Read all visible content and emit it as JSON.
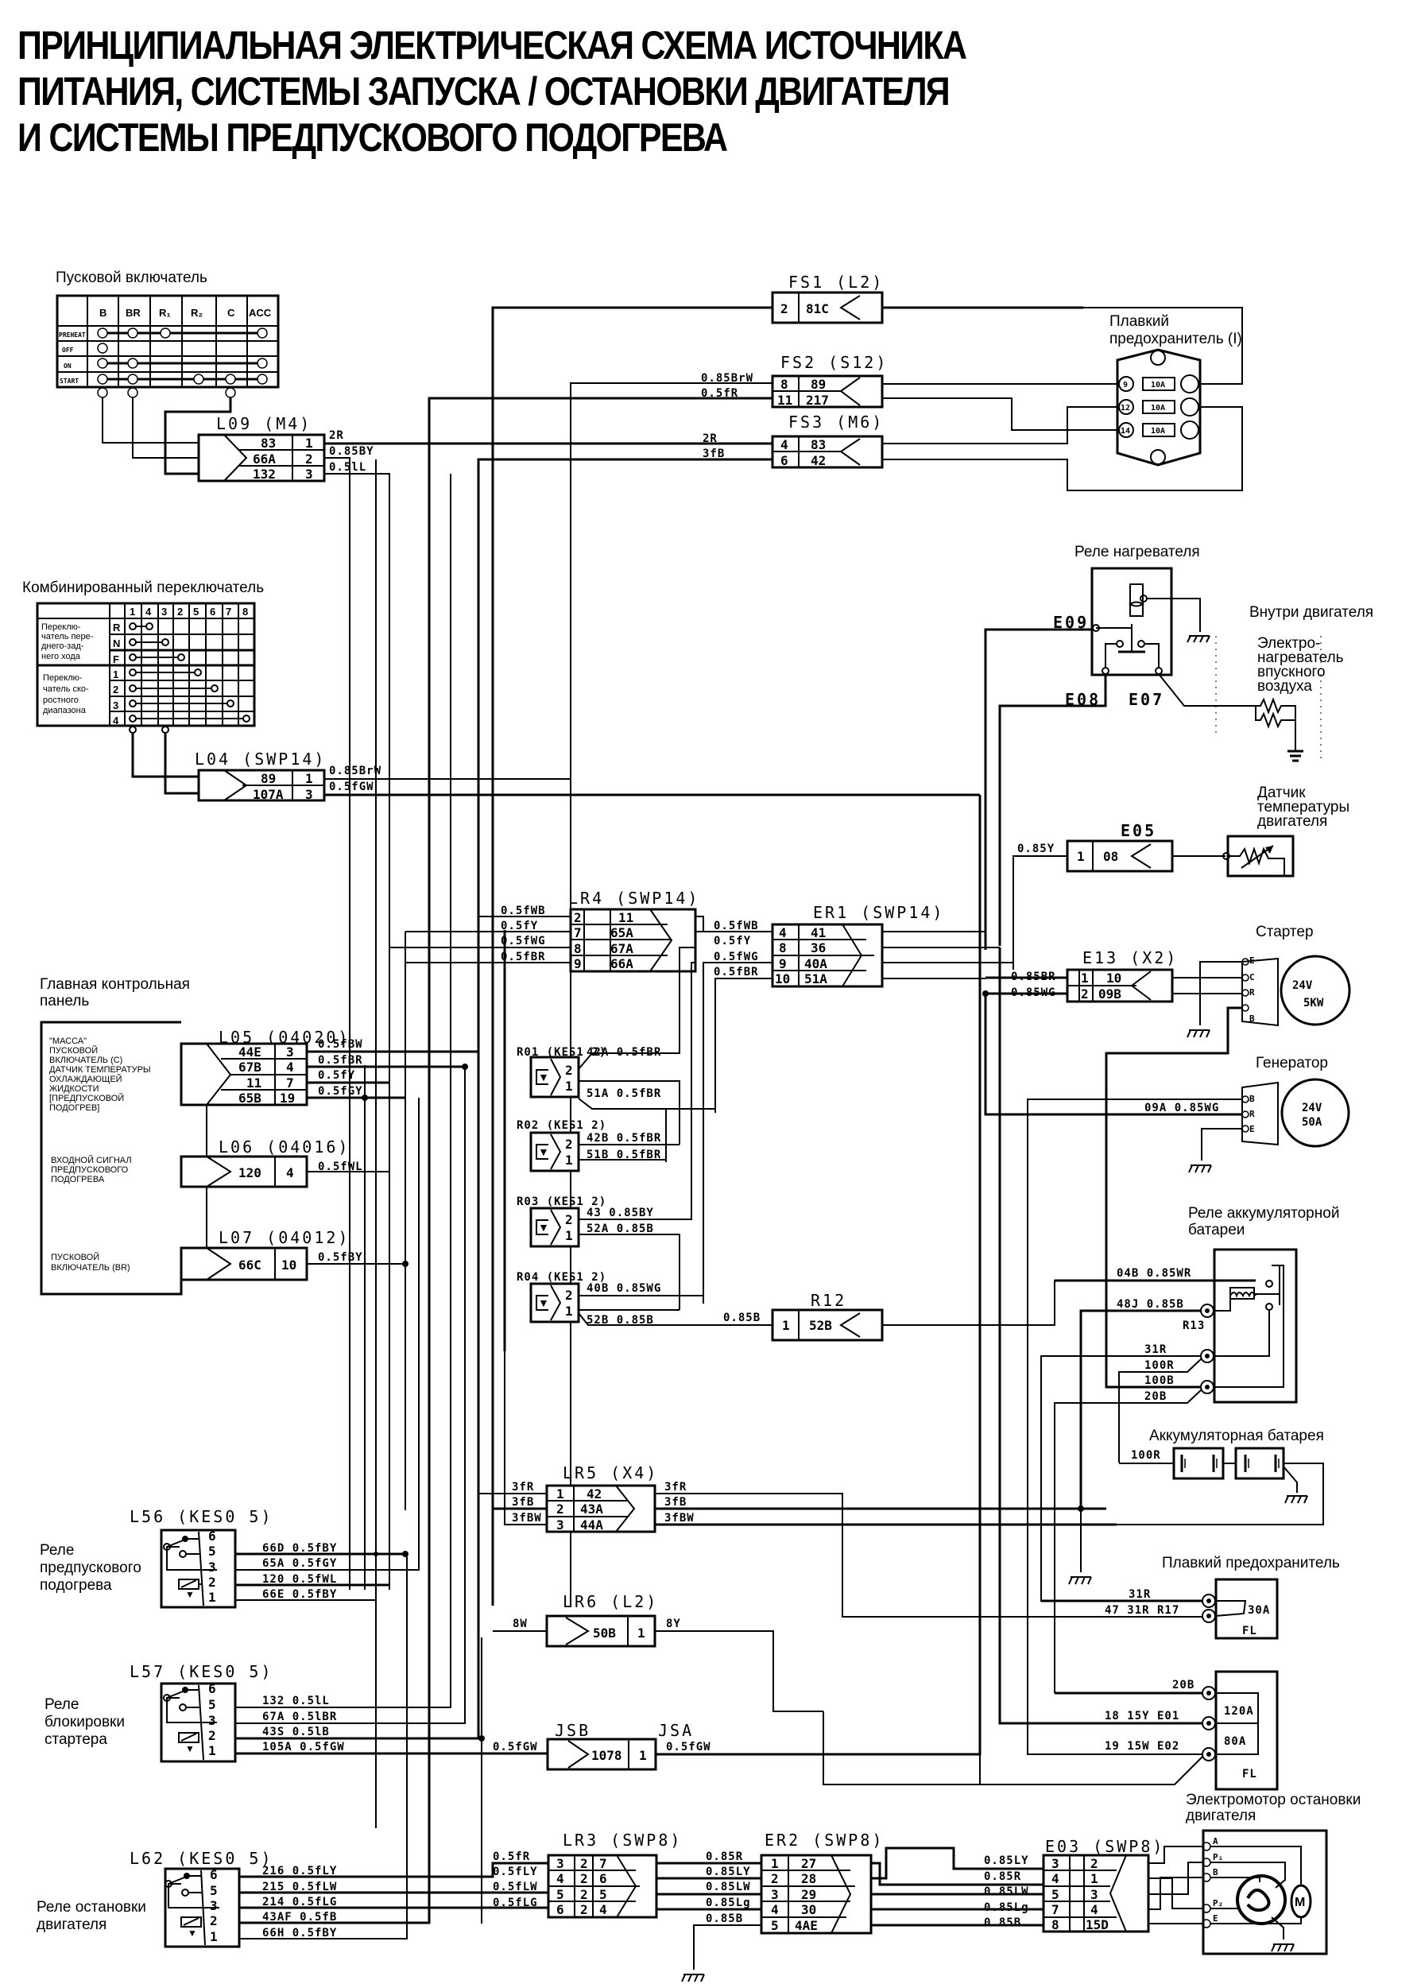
{
  "title": {
    "line1": "ПРИНЦИПИАЛЬНАЯ ЭЛЕКТРИЧЕСКАЯ СХЕМА ИСТОЧНИКА",
    "line2": "ПИТАНИЯ, СИСТЕМЫ ЗАПУСКА / ОСТАНОВКИ ДВИГАТЕЛЯ",
    "line3": "И СИСТЕМЫ ПРЕДПУСКОВОГО ПОДОГРЕВА"
  },
  "components": {
    "ignition_switch": {
      "label": "Пусковой включатель",
      "columns": [
        "B",
        "BR",
        "R₁",
        "R₂",
        "C",
        "ACC"
      ],
      "rows": [
        "PREHEAT",
        "OFF",
        "ON",
        "START"
      ]
    },
    "combination_switch": {
      "label": "Комбинированный переключатель",
      "columns": [
        "1",
        "4",
        "3",
        "2",
        "5",
        "6",
        "7",
        "8"
      ],
      "group1": "Переклю-чатель пере-днего-зад-него хода",
      "group1_lines": [
        "Переклю-",
        "чатель пере-",
        "днего-зад-",
        "него хода"
      ],
      "group2_lines": [
        "Переклю-",
        "чатель ско-",
        "ростного",
        "диапазона"
      ],
      "rows": [
        "R",
        "N",
        "F",
        "1",
        "2",
        "3",
        "4"
      ]
    },
    "main_panel": {
      "label_lines": [
        "Главная контрольная",
        "панель"
      ],
      "text1": [
        "\"МАССА\"",
        "ПУСКОВОЙ",
        "ВКЛЮЧАТЕЛЬ (С)",
        "ДАТЧИК ТЕМПЕРАТУРЫ",
        "ОХЛАЖДАЮЩЕЙ",
        "ЖИДКОСТИ",
        "[ПРЕДПУСКОВОЙ",
        "ПОДОГРЕВ]"
      ],
      "text2": [
        "ВХОДНОЙ СИГНАЛ",
        "ПРЕДПУСКОВОГО",
        "ПОДОГРЕВА"
      ],
      "text3": [
        "ПУСКОВОЙ",
        "ВКЛЮЧАТЕЛЬ (BR)"
      ]
    },
    "fusible_link_1": {
      "label_lines": [
        "Плавкий",
        "предохранитель (I)"
      ],
      "pins": [
        "9",
        "12",
        "14"
      ],
      "rating": "10A"
    },
    "heater_relay": {
      "label": "Реле нагревателя"
    },
    "inside_engine": {
      "label": "Внутри двигателя"
    },
    "intake_heater": {
      "label_lines": [
        "Электро-",
        "нагреватель",
        "впускного",
        "воздуха"
      ]
    },
    "temp_sensor": {
      "label_lines": [
        "Датчик",
        "температуры",
        "двигателя"
      ]
    },
    "starter": {
      "label": "Стартер",
      "rating1": "24V",
      "rating2": "5KW",
      "terminals": [
        "E",
        "C",
        "R",
        "B"
      ]
    },
    "alternator": {
      "label": "Генератор",
      "rating1": "24V",
      "rating2": "50A",
      "terminals": [
        "B",
        "R",
        "E"
      ]
    },
    "battery_relay": {
      "label_lines": [
        "Реле аккумуляторной",
        "батареи"
      ],
      "code": "R13"
    },
    "battery": {
      "label": "Аккумуляторная батарея"
    },
    "fusible_link_2": {
      "label": "Плавкий предохранитель",
      "rating": "30A",
      "code": "FL"
    },
    "fusible_link_3": {
      "rating1": "120A",
      "rating2": "80A",
      "code": "FL"
    },
    "stop_motor": {
      "label_lines": [
        "Электромотор остановки",
        "двигателя"
      ],
      "terminals": [
        "A",
        "P₁",
        "B",
        "P₂",
        "E"
      ]
    },
    "preheat_relay": {
      "label_lines": [
        "Реле",
        "предпускового",
        "подогрева"
      ]
    },
    "starter_cut_relay": {
      "label_lines": [
        "Реле",
        "блокировки",
        "стартера"
      ]
    },
    "stop_relay": {
      "label_lines": [
        "Реле остановки",
        "двигателя"
      ]
    }
  },
  "connectors": {
    "FS1": {
      "name": "FS1 (L2)",
      "cells": [
        [
          "2",
          "81C"
        ]
      ]
    },
    "FS2": {
      "name": "FS2 (S12)",
      "cells": [
        [
          "8",
          "89"
        ],
        [
          "11",
          "217"
        ]
      ],
      "wires": [
        "0.85BrW",
        "0.5fR"
      ]
    },
    "FS3": {
      "name": "FS3 (M6)",
      "cells": [
        [
          "4",
          "83"
        ],
        [
          "6",
          "42"
        ]
      ],
      "wires": [
        "2R",
        "3fB"
      ]
    },
    "L09": {
      "name": "L09 (M4)",
      "cells": [
        [
          "83",
          "1"
        ],
        [
          "66A",
          "2"
        ],
        [
          "132",
          "3"
        ]
      ],
      "wires": [
        "2R",
        "0.85BY",
        "0.5lL"
      ]
    },
    "L04": {
      "name": "L04 (SWP14)",
      "cells": [
        [
          "89",
          "1"
        ],
        [
          "107A",
          "3"
        ]
      ],
      "wires": [
        "0.85BrW",
        "0.5fGW"
      ]
    },
    "LR4": {
      "name": "LR4 (SWP14)",
      "cells": [
        [
          "2",
          "11"
        ],
        [
          "7",
          "65A"
        ],
        [
          "8",
          "67A"
        ],
        [
          "9",
          "66A"
        ]
      ],
      "wires": [
        "0.5fWB",
        "0.5fY",
        "0.5fWG",
        "0.5fBR"
      ]
    },
    "ER1": {
      "name": "ER1 (SWP14)",
      "cells": [
        [
          "4",
          "41"
        ],
        [
          "8",
          "36"
        ],
        [
          "9",
          "40A"
        ],
        [
          "10",
          "51A"
        ]
      ],
      "wires": [
        "0.5fWB",
        "0.5fY",
        "0.5fWG",
        "0.5fBR"
      ]
    },
    "E09": {
      "name": "E09"
    },
    "E08": {
      "name": "E08"
    },
    "E07": {
      "name": "E07"
    },
    "E05": {
      "name": "E05",
      "cells": [
        [
          "1",
          "08"
        ]
      ],
      "wires": [
        "0.85Y"
      ]
    },
    "E13": {
      "name": "E13 (X2)",
      "cells": [
        [
          "1",
          "10"
        ],
        [
          "2",
          "09B"
        ]
      ],
      "wires": [
        "0.85BR",
        "0.85WG"
      ]
    },
    "gen_wire": "09A 0.85WG",
    "L05": {
      "name": "L05 (04020)",
      "cells": [
        [
          "44E",
          "3"
        ],
        [
          "67B",
          "4"
        ],
        [
          "11",
          "7"
        ],
        [
          "65B",
          "19"
        ]
      ],
      "wires": [
        "0.5fBW",
        "0.5fBR",
        "0.5fY",
        "0.5fGY"
      ]
    },
    "L06": {
      "name": "L06 (04016)",
      "cells": [
        [
          "120",
          "4"
        ]
      ],
      "wires": [
        "0.5fWL"
      ]
    },
    "L07": {
      "name": "L07 (04012)",
      "cells": [
        [
          "66C",
          "10"
        ]
      ],
      "wires": [
        "0.5fBY"
      ]
    },
    "R01": {
      "name": "R01 (KES1 2)",
      "wires": [
        "42A 0.5fBR",
        "51A 0.5fBR"
      ]
    },
    "R02": {
      "name": "R02 (KES1 2)",
      "wires": [
        "42B 0.5fBR",
        "51B 0.5fBR"
      ]
    },
    "R03": {
      "name": "R03 (KES1 2)",
      "wires": [
        "43 0.85BY",
        "52A 0.85B"
      ]
    },
    "R04": {
      "name": "R04 (KES1 2)",
      "wires": [
        "40B 0.85WG",
        "52B 0.85B"
      ]
    },
    "R12": {
      "name": "R12",
      "cells": [
        [
          "1",
          "52B"
        ]
      ],
      "wires": [
        "0.85B"
      ]
    },
    "R13_wires": [
      "04B 0.85WR",
      "48J 0.85B",
      "31R",
      "100R",
      "100B",
      "20B"
    ],
    "battery_wire": "100R",
    "LR5": {
      "name": "LR5 (X4)",
      "cells": [
        [
          "1",
          "42"
        ],
        [
          "2",
          "43A"
        ],
        [
          "3",
          "44A"
        ]
      ],
      "wires_in": [
        "3fR",
        "3fB",
        "3fBW"
      ],
      "wires_out": [
        "3fR",
        "3fB",
        "3fBW"
      ]
    },
    "FL30_wires": [
      "31R",
      "47 31R   R17"
    ],
    "FL120_wires": [
      "20B",
      "18 15Y   E01",
      "19 15W   E02"
    ],
    "LR6": {
      "name": "LR6 (L2)",
      "cells": [
        [
          "50B",
          "1"
        ]
      ],
      "wires": [
        "8W",
        "8Y"
      ]
    },
    "L56": {
      "name": "L56 (KES0 5)",
      "pins": [
        "6",
        "5",
        "3",
        "2",
        "1"
      ],
      "wires": [
        "66D 0.5fBY",
        "65A 0.5fGY",
        "120 0.5fWL",
        "66E 0.5fBY"
      ]
    },
    "L57": {
      "name": "L57 (KES0 5)",
      "pins": [
        "6",
        "5",
        "3",
        "2",
        "1"
      ],
      "wires": [
        "132 0.5lL",
        "67A 0.5lBR",
        "43S 0.5lB",
        "105A 0.5fGW"
      ]
    },
    "JSB": {
      "name": "JSB",
      "cells": [
        [
          "1078"
        ]
      ],
      "wires": [
        "0.5fGW"
      ]
    },
    "JSA": {
      "name": "JSA",
      "cells": [
        [
          "1"
        ]
      ],
      "wires": [
        "0.5fGW"
      ]
    },
    "L62": {
      "name": "L62 (KES0 5)",
      "pins": [
        "6",
        "5",
        "3",
        "2",
        "1"
      ],
      "wires": [
        "216   0.5fLY",
        "215   0.5fLW",
        "214   0.5fLG",
        "43AF 0.5fB",
        "66H   0.5fBY"
      ]
    },
    "LR3": {
      "name": "LR3 (SWP8)",
      "cells": [
        [
          "3",
          "2",
          "7"
        ],
        [
          "4",
          "2",
          "6"
        ],
        [
          "5",
          "2",
          "5"
        ],
        [
          "6",
          "2",
          "4"
        ]
      ],
      "wires": [
        "0.5fR",
        "0.5fLY",
        "0.5fLW",
        "0.5fLG"
      ]
    },
    "ER2": {
      "name": "ER2 (SWP8)",
      "cells": [
        [
          "1",
          "27"
        ],
        [
          "2",
          "28"
        ],
        [
          "3",
          "29"
        ],
        [
          "4",
          "30"
        ],
        [
          "5",
          "4AE"
        ]
      ],
      "wires": [
        "0.85R",
        "0.85LY",
        "0.85LW",
        "0.85Lg",
        "0.85B"
      ]
    },
    "E03": {
      "name": "E03 (SWP8)",
      "cells": [
        [
          "3",
          "2"
        ],
        [
          "4",
          "1"
        ],
        [
          "5",
          "3"
        ],
        [
          "7",
          "4"
        ],
        [
          "8",
          "15D"
        ]
      ],
      "wires": [
        "0.85LY",
        "0.85R",
        "0.85LW",
        "0.85Lg",
        "0.85B"
      ]
    }
  }
}
